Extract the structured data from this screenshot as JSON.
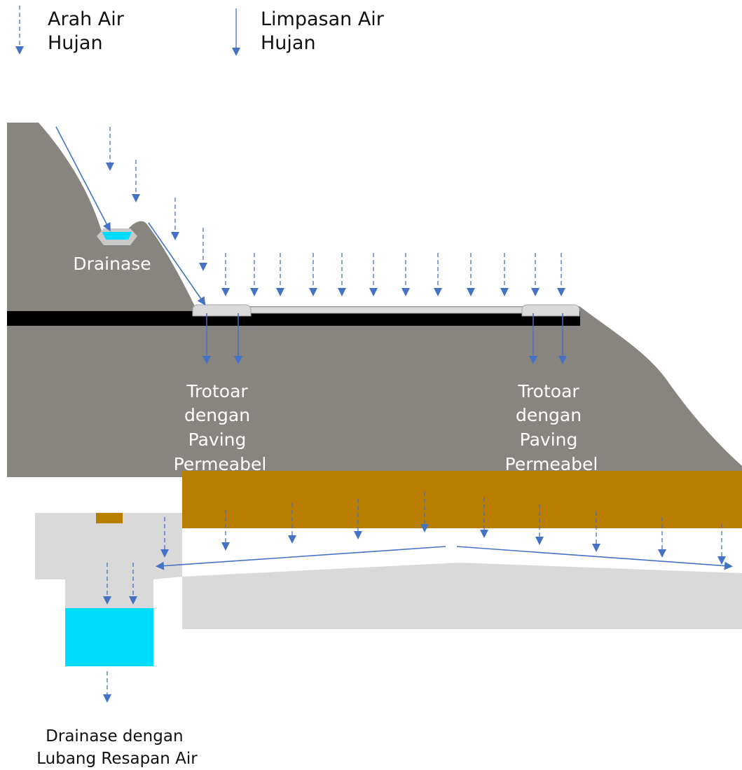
{
  "legend": {
    "dashed_line1": "Arah Air",
    "dashed_line2": "Hujan",
    "solid_line1": "Limpasan Air",
    "solid_line2": "Hujan"
  },
  "labels": {
    "drainase": "Drainase",
    "trotoar_left": [
      "Trotoar",
      "dengan",
      "Paving",
      "Permeabel"
    ],
    "trotoar_right": [
      "Trotoar",
      "dengan",
      "Paving",
      "Permeabel"
    ],
    "drainase_resapan": [
      "Drainase dengan",
      "Lubang Resapan Air"
    ]
  },
  "colors": {
    "arrow": "#4472c4",
    "ground": "#888480",
    "road": "#000000",
    "pavement": "#d9d9d9",
    "water": "#00dcff",
    "soil": "#b97d00"
  }
}
